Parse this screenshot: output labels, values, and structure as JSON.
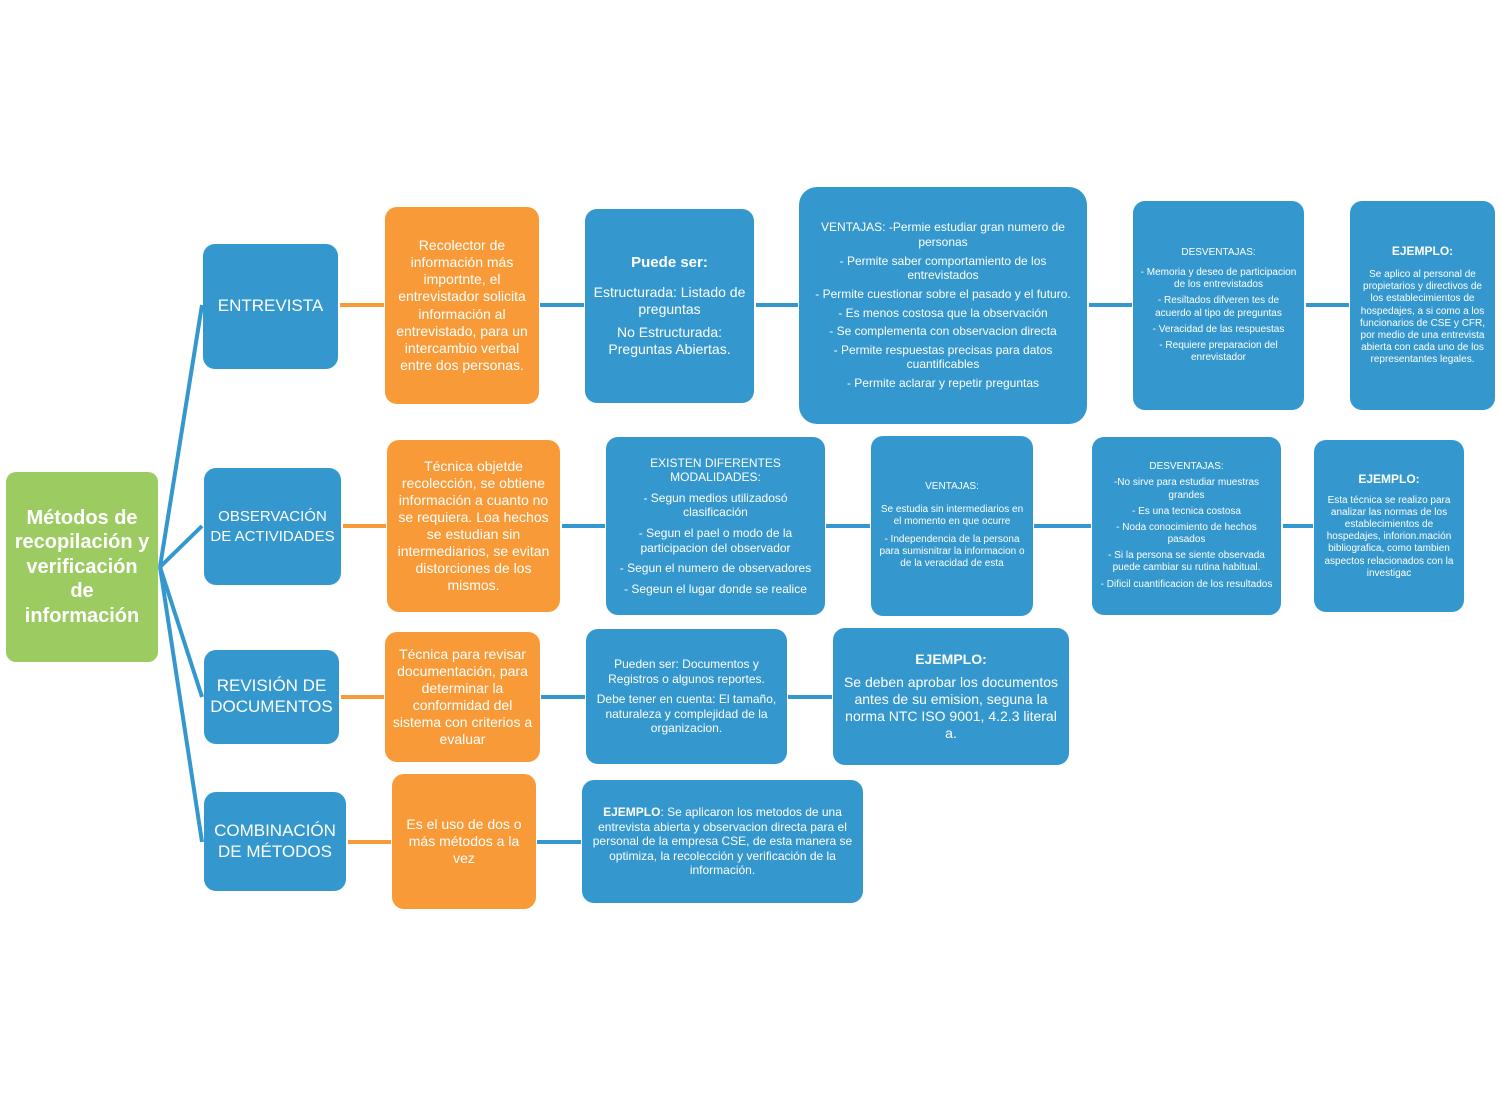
{
  "root": {
    "text": "Métodos de recopilación y verificación de información"
  },
  "colors": {
    "green": "#9ccb62",
    "blue": "#3498ce",
    "orange": "#f79a37"
  },
  "rows": [
    {
      "category": "ENTREVISTA",
      "definition": "Recolector de información más importnte, el entrevistador solicita información al entrevistado, para un intercambio verbal entre dos personas.",
      "types": {
        "title": "Puede ser:",
        "items": [
          "Estructurada: Listado de preguntas",
          "No Estructurada: Preguntas Abiertas."
        ]
      },
      "ventajas": {
        "items": [
          "VENTAJAS:  -Permie estudiar gran numero de personas",
          "- Permite saber comportamiento de los entrevistados",
          "- Permite cuestionar sobre el pasado y el futuro.",
          "- Es menos costosa que la observación",
          "- Se complementa con observacion directa",
          "- Permite respuestas precisas para datos cuantificables",
          "- Permite aclarar y repetir preguntas"
        ]
      },
      "desventajas": {
        "title": "DESVENTAJAS:",
        "items": [
          "- Memoria y deseo de participacion de los entrevistados",
          "- Resiltados difveren tes de acuerdo al tipo de preguntas",
          "- Veracidad de las respuestas",
          "- Requiere preparacion del enrevistador"
        ]
      },
      "ejemplo": {
        "title": "EJEMPLO:",
        "text": "Se aplico al personal de propietarios y directivos de los establecimientos de hospedajes, a si como a los funcionarios de CSE y CFR, por medio de una entrevista abierta con cada uno de los representantes legales."
      }
    },
    {
      "category": "OBSERVACIÓN DE ACTIVIDADES",
      "definition": "Técnica objetde recolección, se obtiene información a cuanto no se requiera. Loa hechos se estudian sin intermediarios, se evitan distorciones de los mismos.",
      "modalidades": {
        "title": "EXISTEN DIFERENTES MODALIDADES:",
        "items": [
          "- Segun medios utilizadosó clasificación",
          "- Segun el pael o modo de  la participacion del observador",
          "- Segun el numero de observadores",
          "- Segeun el lugar donde se realice"
        ]
      },
      "ventajas": {
        "title": "VENTAJAS:",
        "items": [
          "Se estudia sin intermediarios en el momento en que ocurre",
          "- Independencia de la persona para sumisnitrar  la informacion o de la veracidad de esta"
        ]
      },
      "desventajas": {
        "title": "DESVENTAJAS:",
        "items": [
          "-No sirve  para estudiar muestras grandes",
          "- Es una tecnica costosa",
          "- Noda conocimiento de hechos pasados",
          "- Si la persona se siente observada puede cambiar su rutina habitual.",
          "- Dificil cuantificacion de los resultados"
        ]
      },
      "ejemplo": {
        "title": "EJEMPLO:",
        "text": "Esta técnica se realizo para analizar las normas de los establecimientos de hospedajes, inforion.mación bibliografica, como tambien aspectos relacionados con la investigac"
      }
    },
    {
      "category": "REVISIÓN DE DOCUMENTOS",
      "definition": "Técnica para revisar documentación, para determinar la conformidad del sistema con criterios a evaluar",
      "types": {
        "items": [
          "Pueden ser: Documentos y Registros o algunos reportes.",
          "Debe tener en cuenta: El tamaño, naturaleza y complejidad de la organizacion."
        ]
      },
      "ejemplo": {
        "title": "EJEMPLO:",
        "text": "Se deben aprobar los documentos antes de su emision, seguna la norma NTC ISO 9001, 4.2.3 literal a."
      }
    },
    {
      "category": "COMBINACIÓN DE MÉTODOS",
      "definition": "Es el uso de dos o más métodos a la vez",
      "ejemplo": {
        "title": "EJEMPLO",
        "text": ": Se aplicaron los metodos de una entrevista abierta y observacion directa para el personal de la empresa CSE, de esta manera se optimiza, la recolección y verificación de la información."
      }
    }
  ]
}
